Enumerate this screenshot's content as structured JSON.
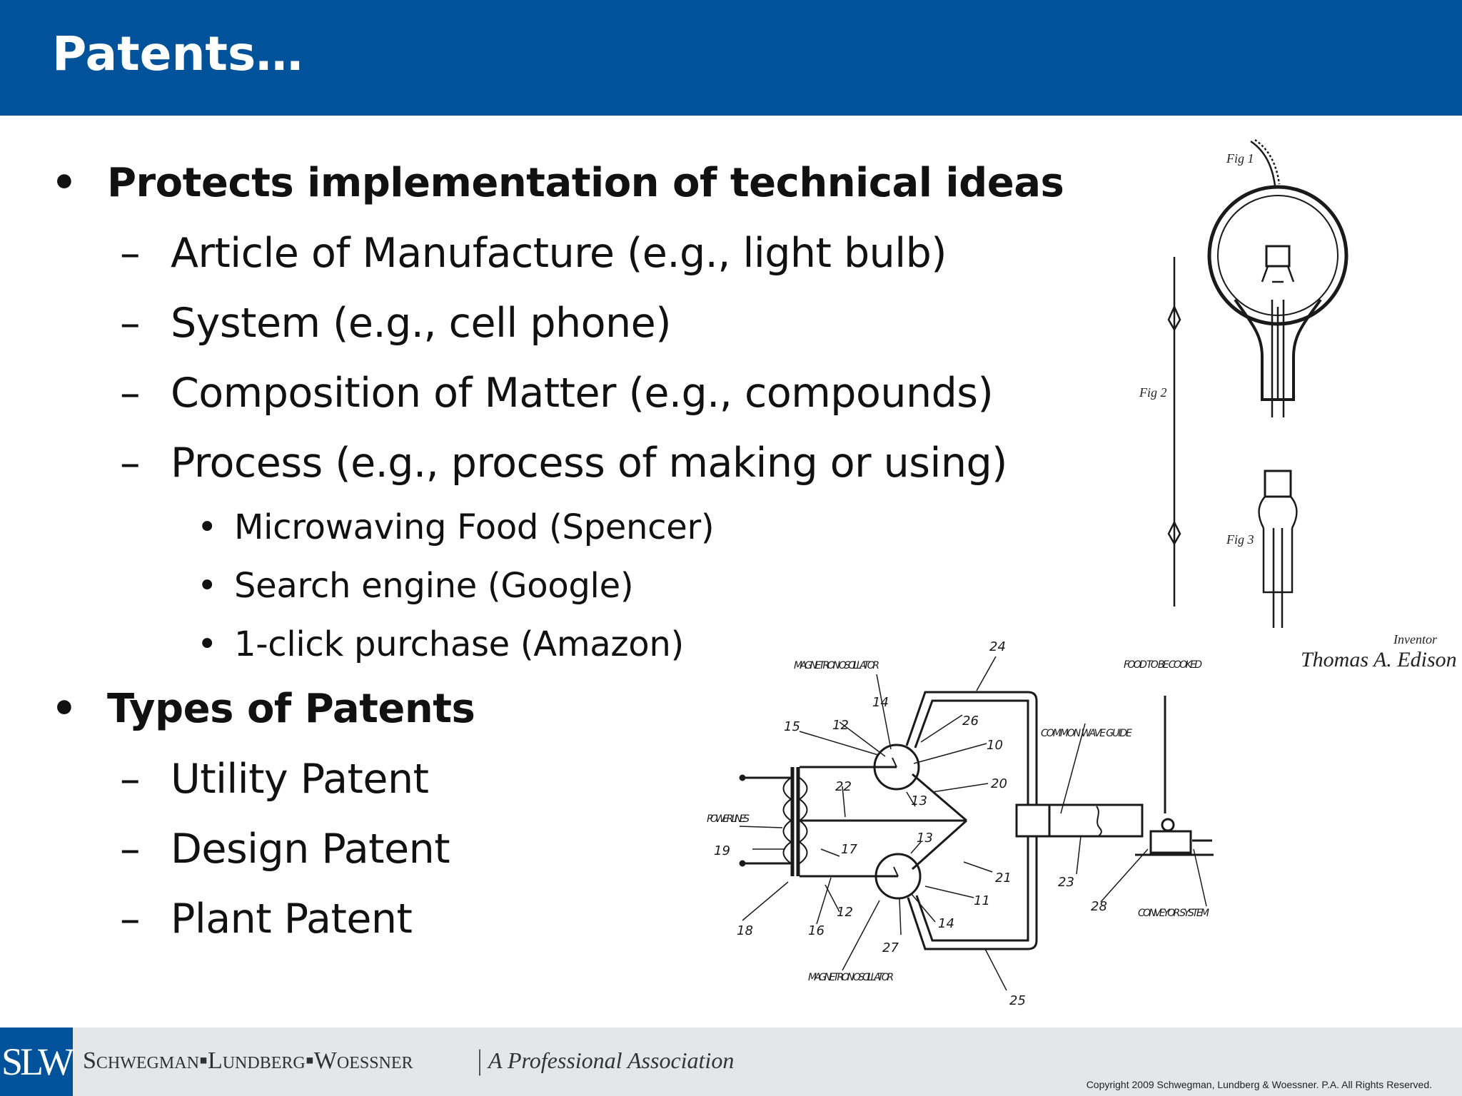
{
  "slide": {
    "title": "Patents…",
    "bullets": [
      {
        "marker": "•",
        "text": "Protects implementation of technical ideas"
      },
      {
        "marker": "–",
        "text": "Article of Manufacture (e.g., light bulb)"
      },
      {
        "marker": "–",
        "text": "System (e.g., cell phone)"
      },
      {
        "marker": "–",
        "text": "Composition of Matter (e.g., compounds)"
      },
      {
        "marker": "–",
        "text": "Process (e.g., process of making or using)"
      },
      {
        "marker": "•",
        "text": "Microwaving Food (Spencer)"
      },
      {
        "marker": "•",
        "text": "Search engine (Google)"
      },
      {
        "marker": "•",
        "text": "1-click purchase (Amazon)"
      },
      {
        "marker": "•",
        "text": "Types of Patents"
      },
      {
        "marker": "–",
        "text": "Utility Patent"
      },
      {
        "marker": "–",
        "text": "Design Patent"
      },
      {
        "marker": "–",
        "text": "Plant Patent"
      }
    ]
  },
  "bulb_drawing": {
    "fig1": "Fig 1",
    "fig2": "Fig 2",
    "fig3": "Fig 3",
    "inventor_label": "Inventor",
    "inventor_signature": "Thomas A. Edison"
  },
  "microwave_drawing": {
    "magnetron_top": "MAGNETRON OSCILLATOR",
    "magnetron_bottom": "MAGNETRON OSCILLATOR",
    "food": "FOOD TO BE COOKED",
    "waveguide": "COMMON WAVE GUIDE",
    "power_lines": "POWER LINES",
    "conveyor": "CONVEYOR SYSTEM",
    "refs": [
      "24",
      "14",
      "15",
      "12",
      "26",
      "10",
      "20",
      "22",
      "13",
      "19",
      "17",
      "13",
      "21",
      "11",
      "23",
      "28",
      "12",
      "18",
      "16",
      "14",
      "27",
      "25"
    ]
  },
  "footer": {
    "logo": "SLW",
    "firm": "Schwegman▪Lundberg▪Woessner",
    "separator": "|",
    "tagline": "A Professional Association",
    "copyright": "Copyright 2009 Schwegman, Lundberg & Woessner.  P.A.  All Rights Reserved."
  },
  "colors": {
    "header_blue": "#00539b",
    "footer_gray": "#e5e6e8",
    "text": "#111111"
  }
}
